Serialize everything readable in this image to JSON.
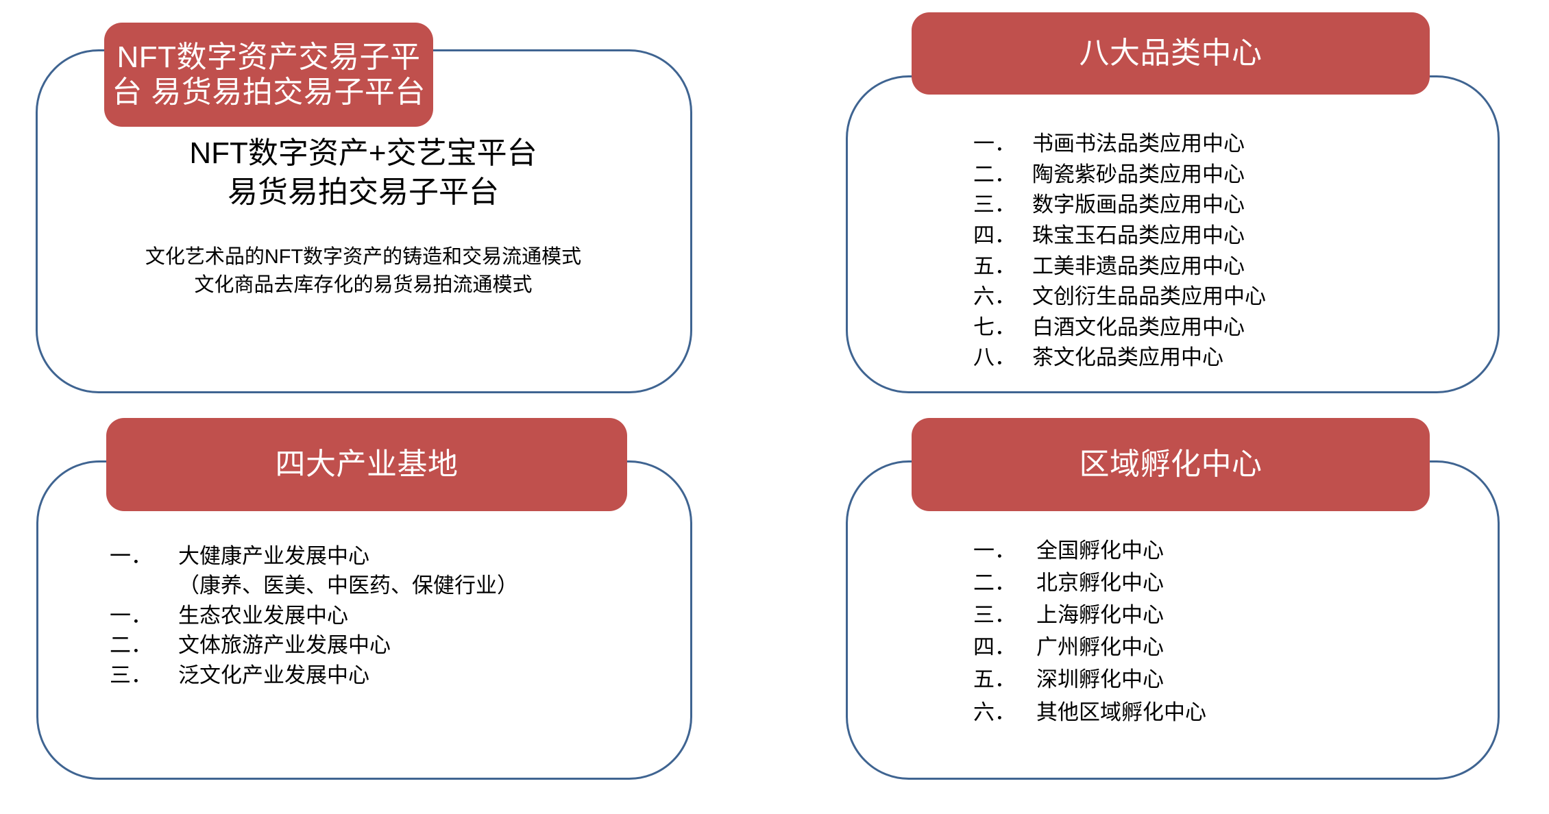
{
  "theme": {
    "header_fill": "#C0504D",
    "border_color": "#3F6491",
    "header_text_color": "#FFFFFF",
    "body_text_color": "#000000",
    "background": "#FFFFFF"
  },
  "cards": [
    {
      "id": "nft-platform",
      "header": "NFT数字资产交易子平台\n易货易拍交易子平台",
      "lead": "NFT数字资产+交艺宝平台\n易货易拍交易子平台",
      "description": "文化艺术品的NFT数字资产的铸造和交易流通模式\n文化商品去库存化的易货易拍流通模式"
    },
    {
      "id": "eight-category-centers",
      "header": "八大品类中心",
      "items": [
        {
          "marker": "一．",
          "text": "书画书法品类应用中心"
        },
        {
          "marker": "二．",
          "text": "陶瓷紫砂品类应用中心"
        },
        {
          "marker": "三．",
          "text": "数字版画品类应用中心"
        },
        {
          "marker": "四．",
          "text": "珠宝玉石品类应用中心"
        },
        {
          "marker": "五．",
          "text": "工美非遗品类应用中心"
        },
        {
          "marker": "六．",
          "text": "文创衍生品品类应用中心"
        },
        {
          "marker": "七．",
          "text": "白酒文化品类应用中心"
        },
        {
          "marker": "八．",
          "text": "茶文化品类应用中心"
        }
      ]
    },
    {
      "id": "four-industry-bases",
      "header": "四大产业基地",
      "items": [
        {
          "marker": "一．",
          "text": "大健康产业发展中心\n（康养、医美、中医药、保健行业）"
        },
        {
          "marker": "一．",
          "text": "生态农业发展中心"
        },
        {
          "marker": "二．",
          "text": "文体旅游产业发展中心"
        },
        {
          "marker": "三．",
          "text": "泛文化产业发展中心"
        }
      ]
    },
    {
      "id": "regional-incubation-centers",
      "header": "区域孵化中心",
      "items": [
        {
          "marker": "一．",
          "text": "全国孵化中心"
        },
        {
          "marker": "二．",
          "text": "北京孵化中心"
        },
        {
          "marker": "三．",
          "text": "上海孵化中心"
        },
        {
          "marker": "四．",
          "text": "广州孵化中心"
        },
        {
          "marker": "五．",
          "text": "深圳孵化中心"
        },
        {
          "marker": "六．",
          "text": "其他区域孵化中心"
        }
      ]
    }
  ]
}
